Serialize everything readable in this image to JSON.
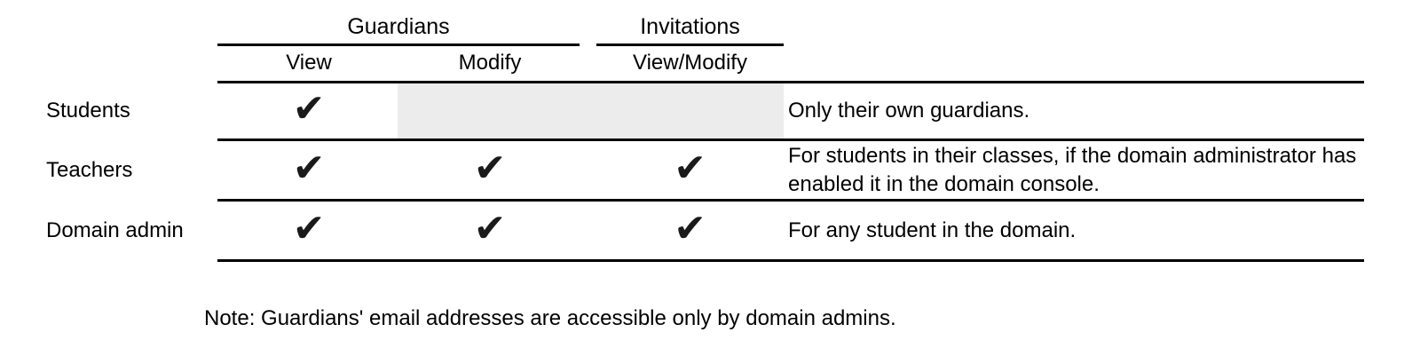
{
  "colors": {
    "background": "#ffffff",
    "line": "#000000",
    "text": "#000000",
    "shaded_cell": "#ececec",
    "check": "#1a1a1a"
  },
  "check_glyph": "✔",
  "table": {
    "column_groups": [
      {
        "label": "Guardians",
        "columns": [
          "View",
          "Modify"
        ]
      },
      {
        "label": "Invitations",
        "columns": [
          "View/Modify"
        ]
      }
    ],
    "rows": [
      {
        "label": "Students",
        "cells": [
          "✔",
          "",
          ""
        ],
        "shaded_columns": [
          "Modify",
          "View/Modify"
        ],
        "note": "Only their own guardians."
      },
      {
        "label": "Teachers",
        "cells": [
          "✔",
          "✔",
          "✔"
        ],
        "shaded_columns": [],
        "note": "For students in their classes, if the domain administrator has enabled it in the domain console."
      },
      {
        "label": "Domain admin",
        "cells": [
          "✔",
          "✔",
          "✔"
        ],
        "shaded_columns": [],
        "note": "For any student in the domain."
      }
    ]
  },
  "footnote": "Note: Guardians' email addresses are accessible only by domain admins."
}
